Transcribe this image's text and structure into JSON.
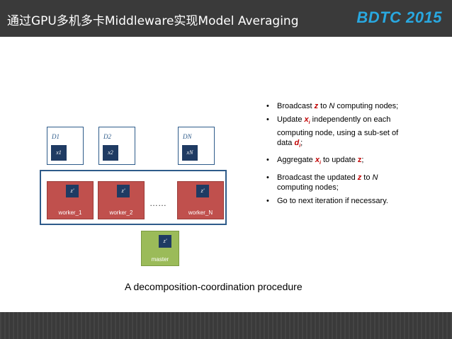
{
  "header": {
    "title": "通过GPU多机多卡Middleware实现Model Averaging",
    "logo": "BDTC 2015"
  },
  "diagram": {
    "data_blocks": [
      {
        "label": "D1",
        "x_label": "x1"
      },
      {
        "label": "D2",
        "x_label": "x2"
      },
      {
        "label": "DN",
        "x_label": "xN"
      }
    ],
    "workers": [
      {
        "label": "worker_1",
        "z_label": "z'"
      },
      {
        "label": "worker_2",
        "z_label": "z'"
      },
      {
        "label": "worker_N",
        "z_label": "z'"
      }
    ],
    "ellipsis": "……",
    "master": {
      "label": "master",
      "z_label": "z'"
    },
    "caption": "A decomposition-coordination procedure"
  },
  "bullets": [
    {
      "pre": "Broadcast ",
      "em1": "z",
      "mid": " to ",
      "n": "N",
      "post": " computing nodes;"
    },
    {
      "pre": "Update ",
      "em1": "x",
      "sub1": "i",
      "mid": " independently on each computing node, using a sub-set of data ",
      "em2": "d",
      "sub2": "i",
      "post": ";"
    },
    {
      "pre": "Aggregate ",
      "em1": "x",
      "sub1": "i",
      "mid": " to update ",
      "em2": "z",
      "post": ";"
    },
    {
      "pre": "Broadcast the updated ",
      "em1": "z",
      "mid": " to ",
      "n": "N",
      "post": " computing nodes;"
    },
    {
      "text": "Go to next iteration if necessary."
    }
  ],
  "colors": {
    "header_bg": "#3a3a3a",
    "logo": "#29a8e0",
    "worker": "#c0504d",
    "master": "#9bbb59",
    "cell": "#1f3b63",
    "highlight": "#c00000"
  }
}
